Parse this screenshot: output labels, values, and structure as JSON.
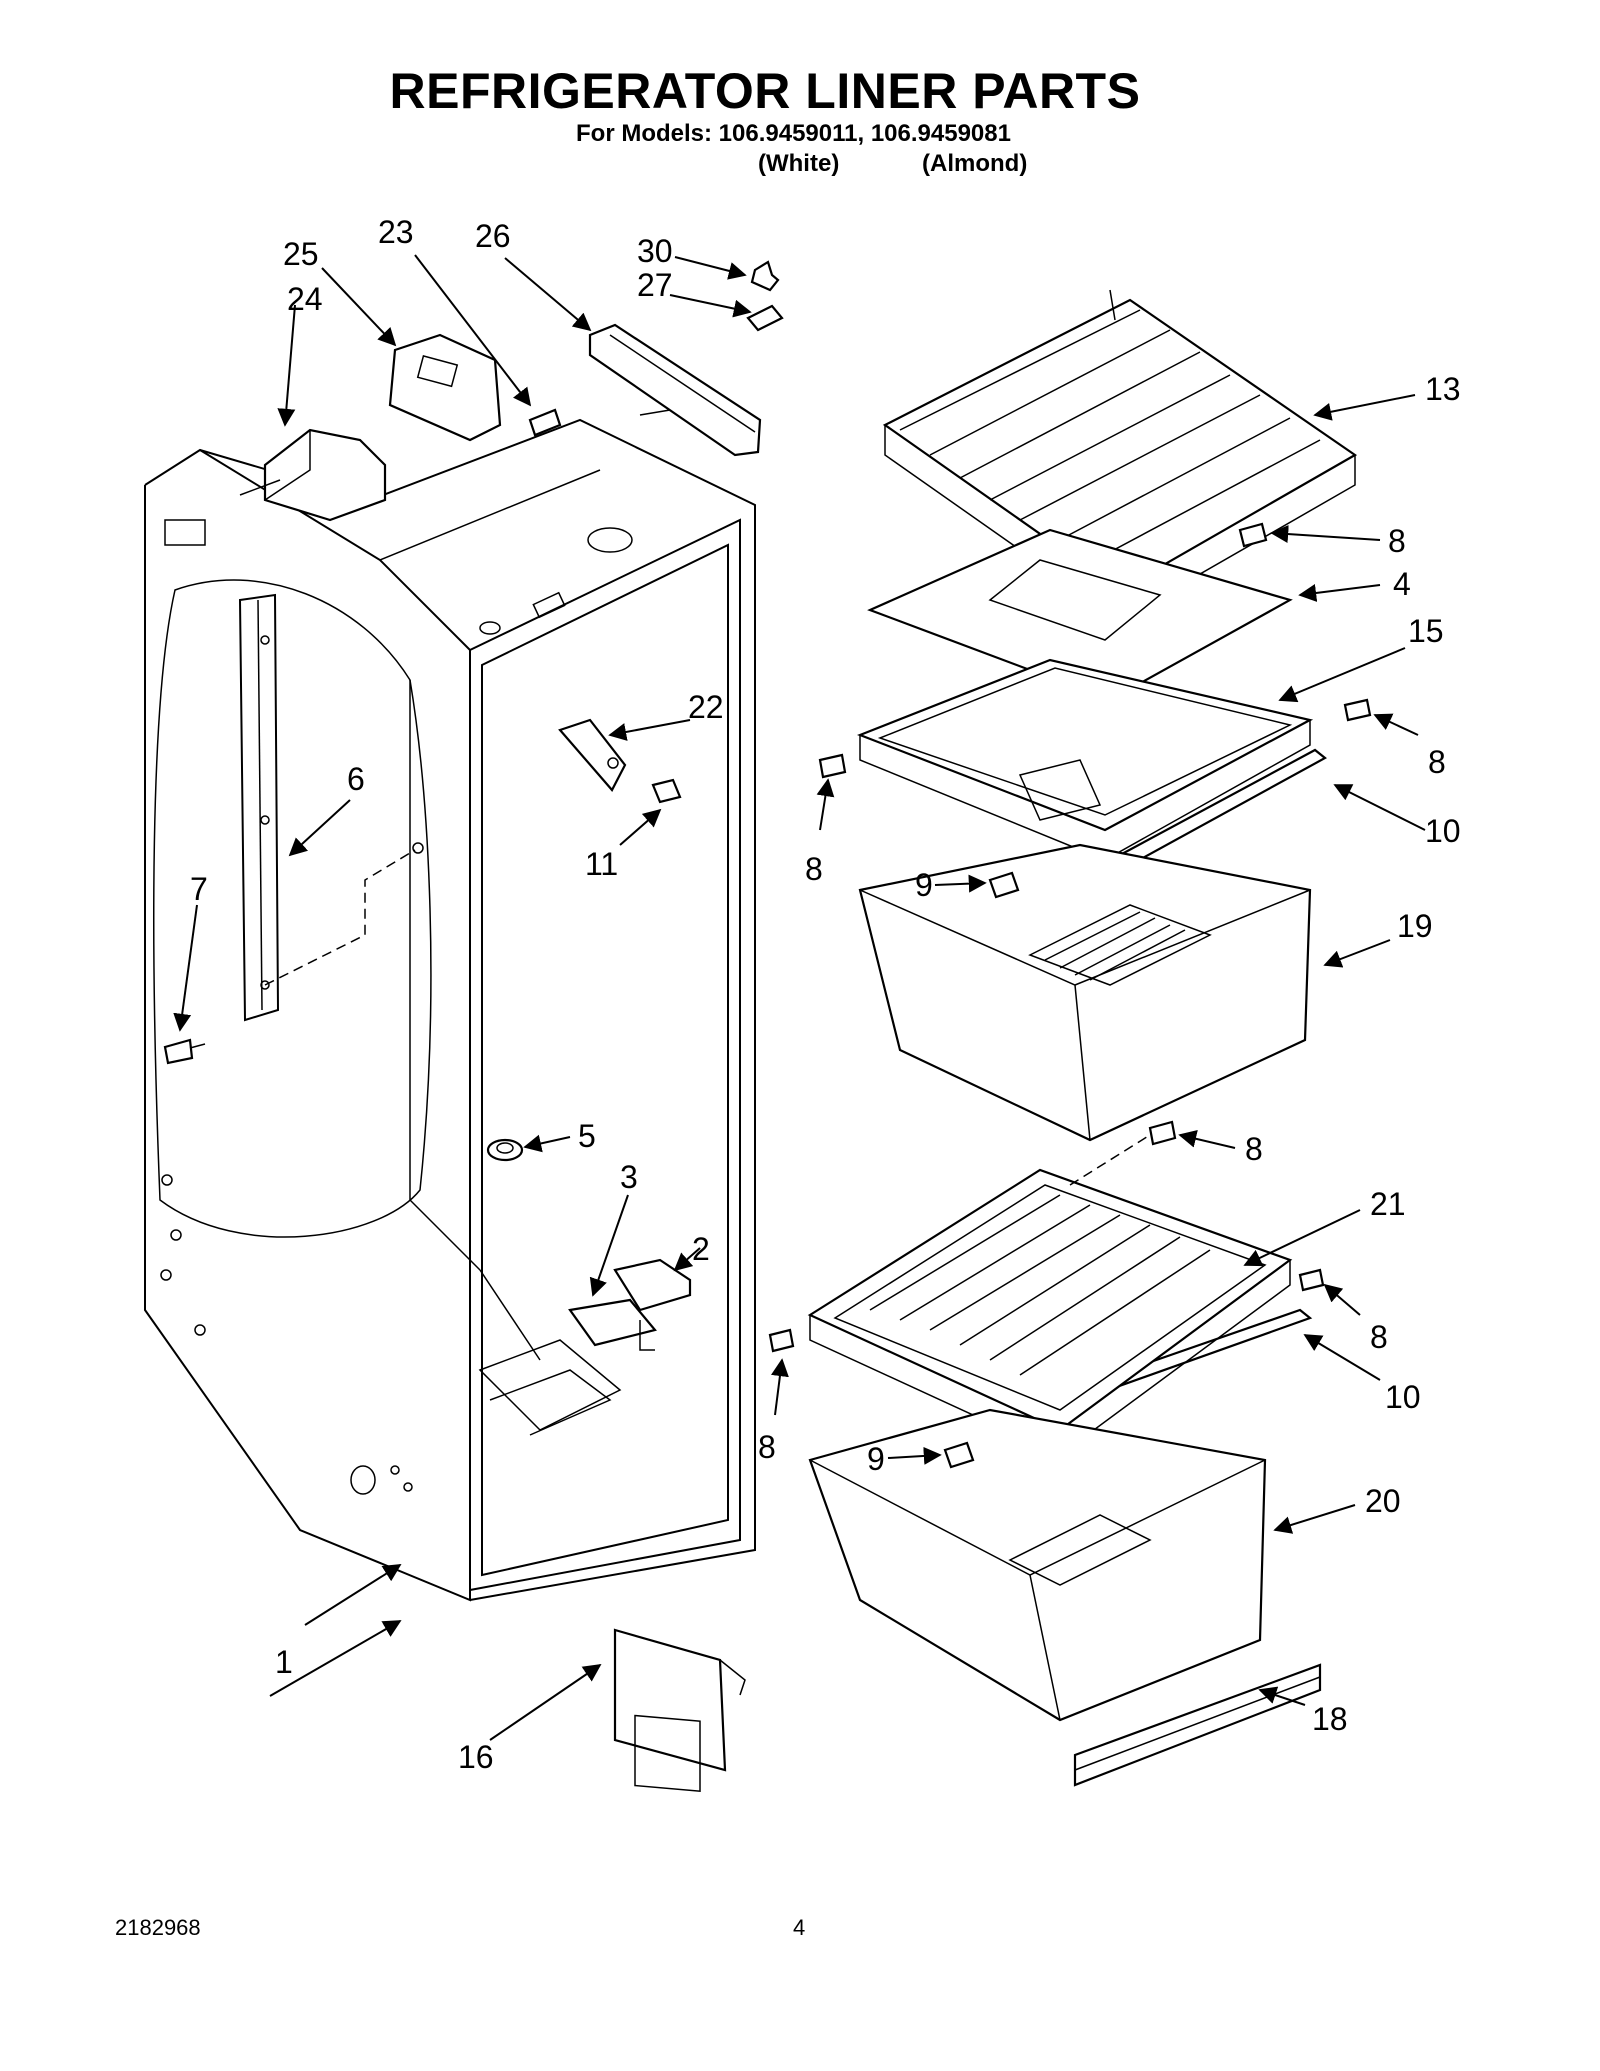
{
  "title": "REFRIGERATOR LINER PARTS",
  "models_line": "For Models: 106.9459011, 106.9459081",
  "variants": [
    "(White)",
    "(Almond)"
  ],
  "callouts": {
    "c1": "1",
    "c2": "2",
    "c3": "3",
    "c4": "4",
    "c5": "5",
    "c6": "6",
    "c7": "7",
    "c8": "8",
    "c9": "9",
    "c10": "10",
    "c11": "11",
    "c13": "13",
    "c15": "15",
    "c16": "16",
    "c18": "18",
    "c19": "19",
    "c20": "20",
    "c21": "21",
    "c22": "22",
    "c23": "23",
    "c24": "24",
    "c25": "25",
    "c26": "26",
    "c27": "27",
    "c30": "30"
  },
  "footer": {
    "doc_number": "2182968",
    "page_number": "4"
  }
}
